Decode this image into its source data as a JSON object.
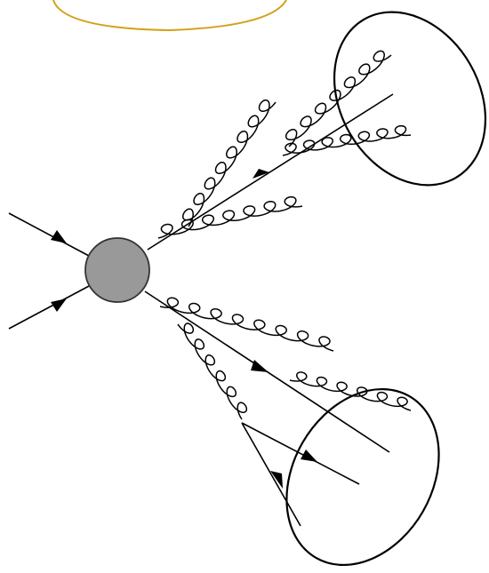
{
  "colors": {
    "background": "#ffffff",
    "line": "#000000",
    "vertex_fill": "#999999",
    "vertex_stroke": "#333333",
    "top_arc": "#d4a017"
  },
  "diagram": {
    "elements": [
      "incoming-particle-line",
      "interaction-vertex",
      "outgoing-quark-line",
      "gluon",
      "jet-cone-ellipse",
      "decorative-arc"
    ]
  }
}
